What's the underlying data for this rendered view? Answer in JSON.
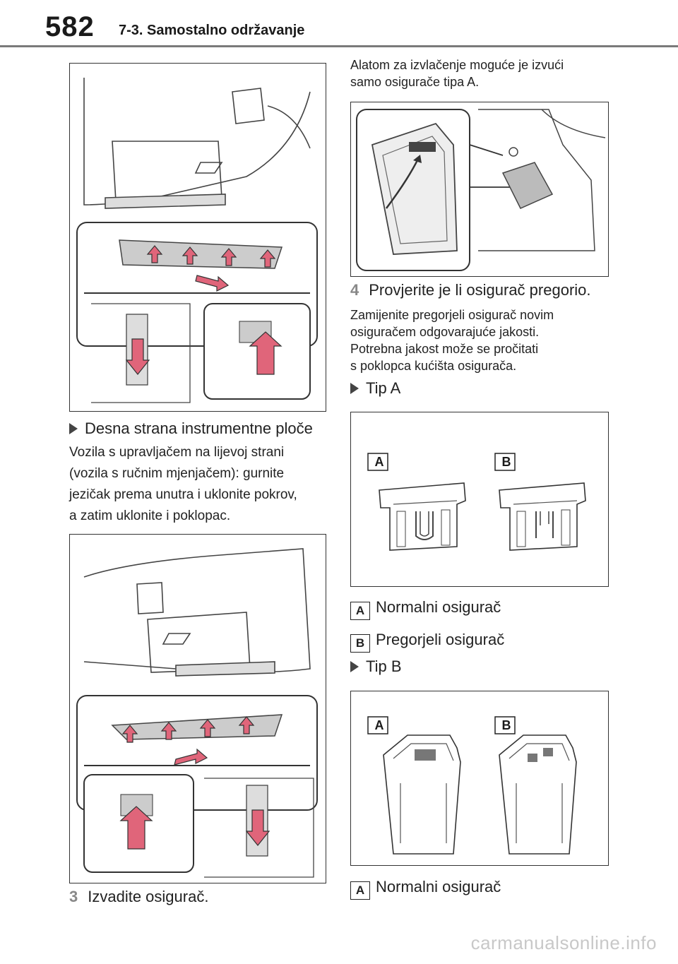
{
  "header": {
    "page_number": "582",
    "section": "7-3. Samostalno održavanje"
  },
  "left": {
    "heading_right_side": "Desna strana instrumentne ploče",
    "paragraph_lines": [
      "Vozila s upravljačem na lijevoj strani",
      "(vozila s ručnim mjenjačem): gurnite",
      "jezičak prema unutra i uklonite pokrov,",
      "a zatim uklonite i poklopac."
    ],
    "step3_number": "3",
    "step3_text": "Izvadite osigurač."
  },
  "right": {
    "intro_lines": [
      "Alatom za izvlačenje moguće je izvući",
      "samo osigurače tipa A."
    ],
    "step4_number": "4",
    "step4_text": "Provjerite je li osigurač pregorio.",
    "step4_para_lines": [
      "Zamijenite pregorjeli osigurač novim",
      "osiguračem odgovarajuće jakosti.",
      "Potrebna jakost može se pročitati",
      "s poklopca kućišta osigurača."
    ],
    "type_a": "Tip A",
    "type_b": "Tip B",
    "label_a": "A",
    "label_b": "B",
    "normal_fuse": "Normalni osigurač",
    "blown_fuse": "Pregorjeli osigurač"
  },
  "footer": {
    "watermark": "carmanualsonline.info"
  }
}
